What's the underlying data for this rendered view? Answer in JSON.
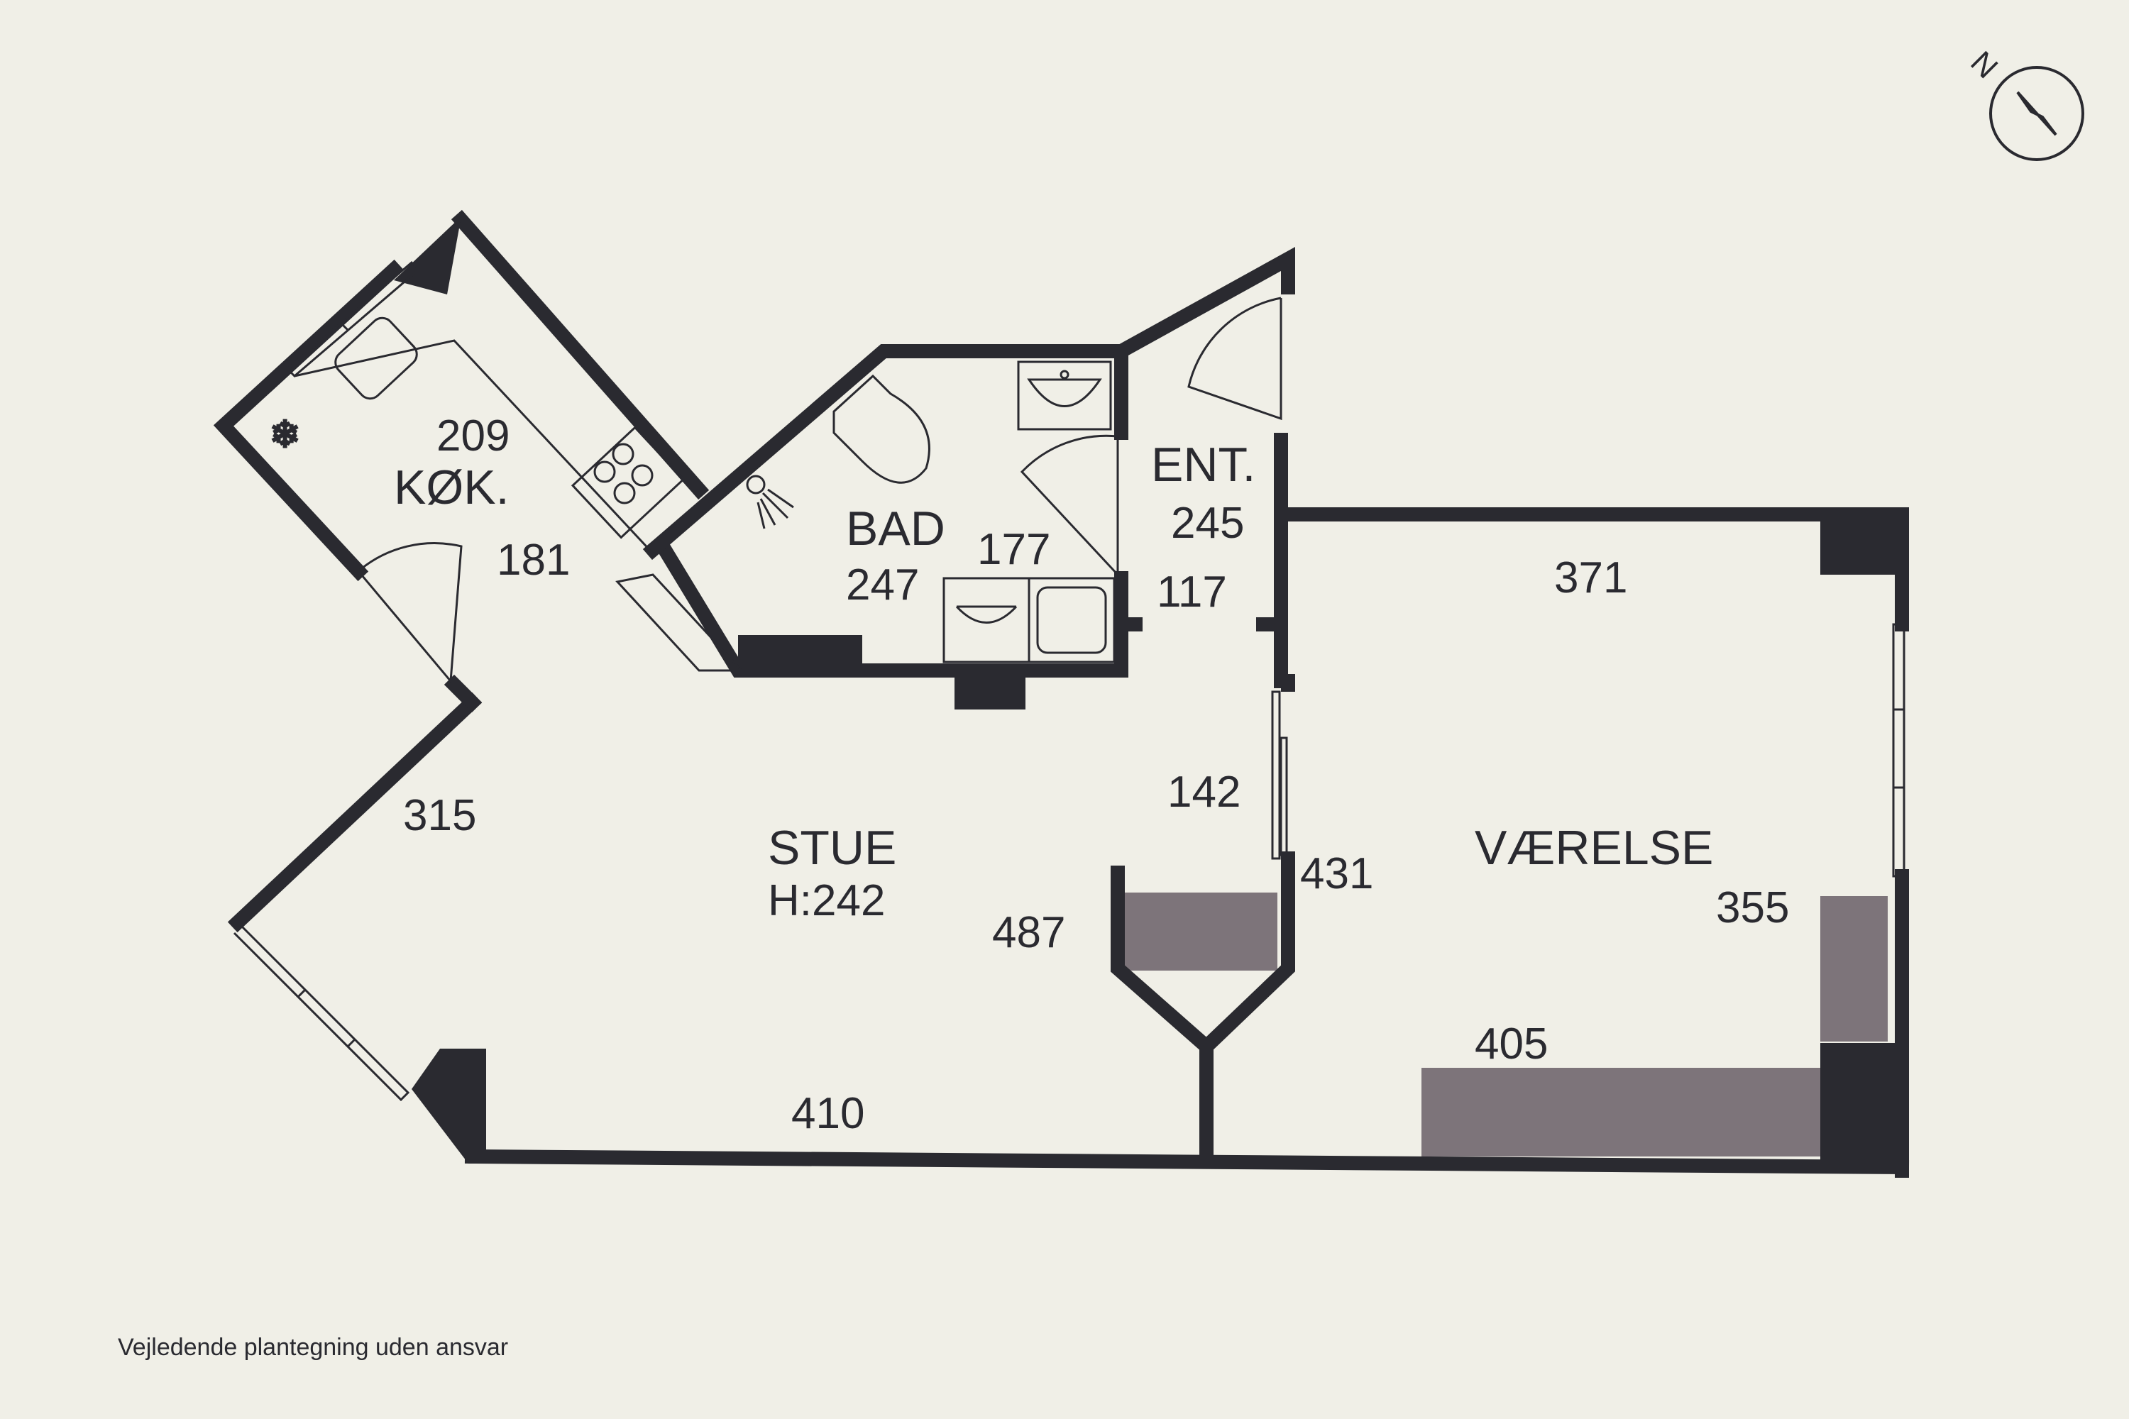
{
  "rooms": {
    "kitchen": {
      "name": "KØK.",
      "area_dim": "209",
      "dim2": "181"
    },
    "bathroom": {
      "name": "BAD",
      "dim1": "247",
      "dim2": "177"
    },
    "entrance": {
      "name": "ENT.",
      "dim1": "245",
      "dim2": "117"
    },
    "living": {
      "name": "STUE",
      "height": "H:242",
      "dim_left": "315",
      "dim_bottom": "410",
      "dim_mid": "487",
      "dim_passage": "142"
    },
    "bedroom": {
      "name": "VÆRELSE",
      "dim_top": "371",
      "dim_side": "355",
      "dim_bottom": "405",
      "dim_left": "431"
    }
  },
  "compass": {
    "label": "N"
  },
  "footer": {
    "disclaimer": "Vejledende plantegning uden ansvar"
  },
  "colors": {
    "background": "#f0efe7",
    "wall": "#2a2a30",
    "cabinet": "#7d747a"
  }
}
